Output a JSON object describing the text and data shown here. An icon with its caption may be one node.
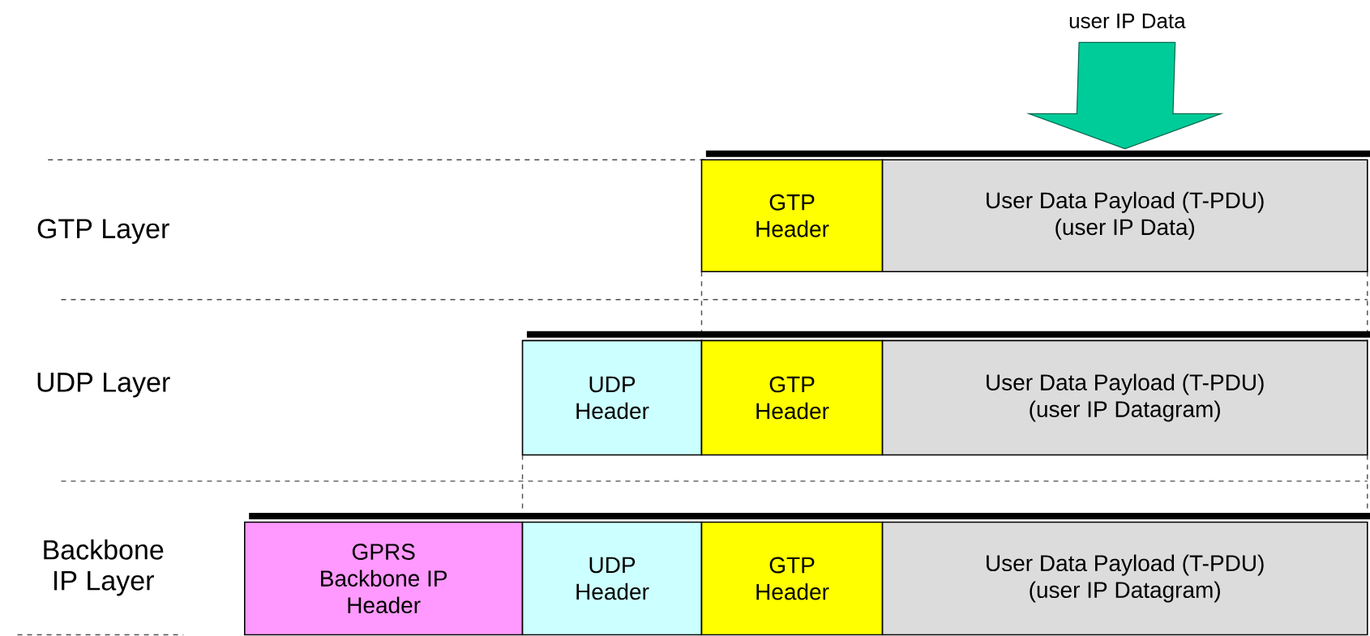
{
  "diagram": {
    "nodes": [
      {
        "text": [
          "user IP Data"
        ]
      },
      {
        "text": [
          "GTP Header"
        ]
      },
      {
        "text": [
          "User Data Payload (T-PDU) (user IP Data)"
        ]
      },
      {
        "text": [
          "UDP Header"
        ]
      },
      {
        "text": [
          "GTP Header"
        ]
      },
      {
        "text": [
          "User Data Payload (T-PDU) (user IP Datagram)"
        ]
      },
      {
        "text": [
          "GPRS Backbone IP Header"
        ]
      },
      {
        "text": [
          "UDP Header"
        ]
      },
      {
        "text": [
          "GTP Header"
        ]
      },
      {
        "text": [
          "User Data Payload (T-PDU) (user IP Datagram)"
        ]
      }
    ],
    "edges": [
      {
        "from": 0,
        "to": 2,
        "arrow": "to",
        "color": "#00cc99"
      }
    ],
    "labels": [
      "GTP Layer",
      "UDP Layer",
      "Backbone IP Layer"
    ]
  }
}
